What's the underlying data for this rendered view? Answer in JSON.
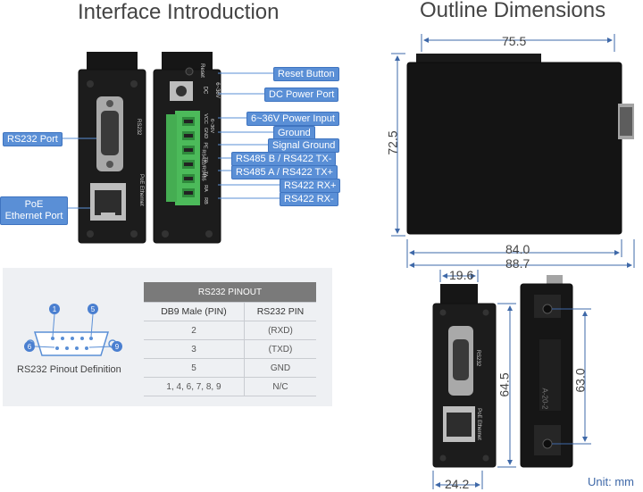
{
  "headings": {
    "left": "Interface Introduction",
    "right": "Outline Dimensions"
  },
  "callouts": {
    "reset_button": "Reset Button",
    "dc_power_port": "DC Power Port",
    "power_input": "6~36V Power Input",
    "ground": "Ground",
    "signal_ground": "Signal Ground",
    "rs485_b": "RS485 B / RS422 TX-",
    "rs485_a": "RS485 A / RS422 TX+",
    "rs422_rx_plus": "RS422 RX+",
    "rs422_rx_minus": "RS422 RX-",
    "rs232_port": "RS232 Port",
    "poe_port_line1": "PoE",
    "poe_port_line2": "Ethernet Port"
  },
  "device_labels": {
    "rs232": "RS232",
    "poe_ethernet": "PoE Ethernet",
    "reset": "Reset",
    "dc": "DC",
    "dc_range": "6~36V",
    "vcc": "VCC",
    "gnd": "GND",
    "dc_range2": "6~36V",
    "pe": "PE",
    "tb": "TB",
    "ta": "TA",
    "ra": "RA",
    "rb": "RB",
    "rs422_rs485": "RS422/RS485"
  },
  "pinout": {
    "caption": "RS232 Pinout Definition",
    "connector_pins": [
      "1",
      "5",
      "6",
      "9"
    ],
    "table_title": "RS232 PINOUT",
    "col_db9": "DB9 Male (PIN)",
    "col_rs232": "RS232 PIN",
    "rows": [
      {
        "pin": "2",
        "signal": "(RXD)"
      },
      {
        "pin": "3",
        "signal": "(TXD)"
      },
      {
        "pin": "5",
        "signal": "GND"
      },
      {
        "pin": "1, 4, 6, 7, 8, 9",
        "signal": "N/C"
      }
    ]
  },
  "dimensions": {
    "top_width": "75.5",
    "height_left": "72.5",
    "bottom_84": "84.0",
    "bottom_88": "88.7",
    "front_width": "19.6",
    "front_height": "64.5",
    "back_height": "63.0",
    "base_width": "24.2",
    "side_label": "A-20-2"
  },
  "unit": "Unit: mm",
  "colors": {
    "callout_blue": "#5a8fd6",
    "dimension_blue": "#3e68a8",
    "terminal_green": "#4cba5a",
    "device_black": "#1b1b1b"
  }
}
